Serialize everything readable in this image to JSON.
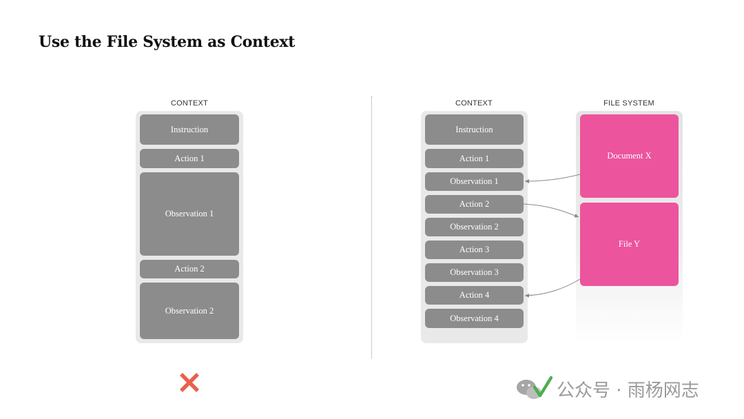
{
  "title": "Use the File System as Context",
  "left": {
    "label": "CONTEXT",
    "blocks": [
      "Instruction",
      "Action 1",
      "Observation 1",
      "Action 2",
      "Observation 2"
    ]
  },
  "right": {
    "context_label": "CONTEXT",
    "context_blocks": [
      "Instruction",
      "Action 1",
      "Observation 1",
      "Action 2",
      "Observation 2",
      "Action 3",
      "Observation 3",
      "Action 4",
      "Observation 4"
    ],
    "fs_label": "FILE SYSTEM",
    "fs_blocks": [
      "Document X",
      "File Y"
    ]
  },
  "marks": {
    "bad_color": "#e8604c",
    "good_color": "#4caf50",
    "accent_color": "#ec549d"
  },
  "watermark": {
    "text": "公众号 · 雨杨网志"
  }
}
